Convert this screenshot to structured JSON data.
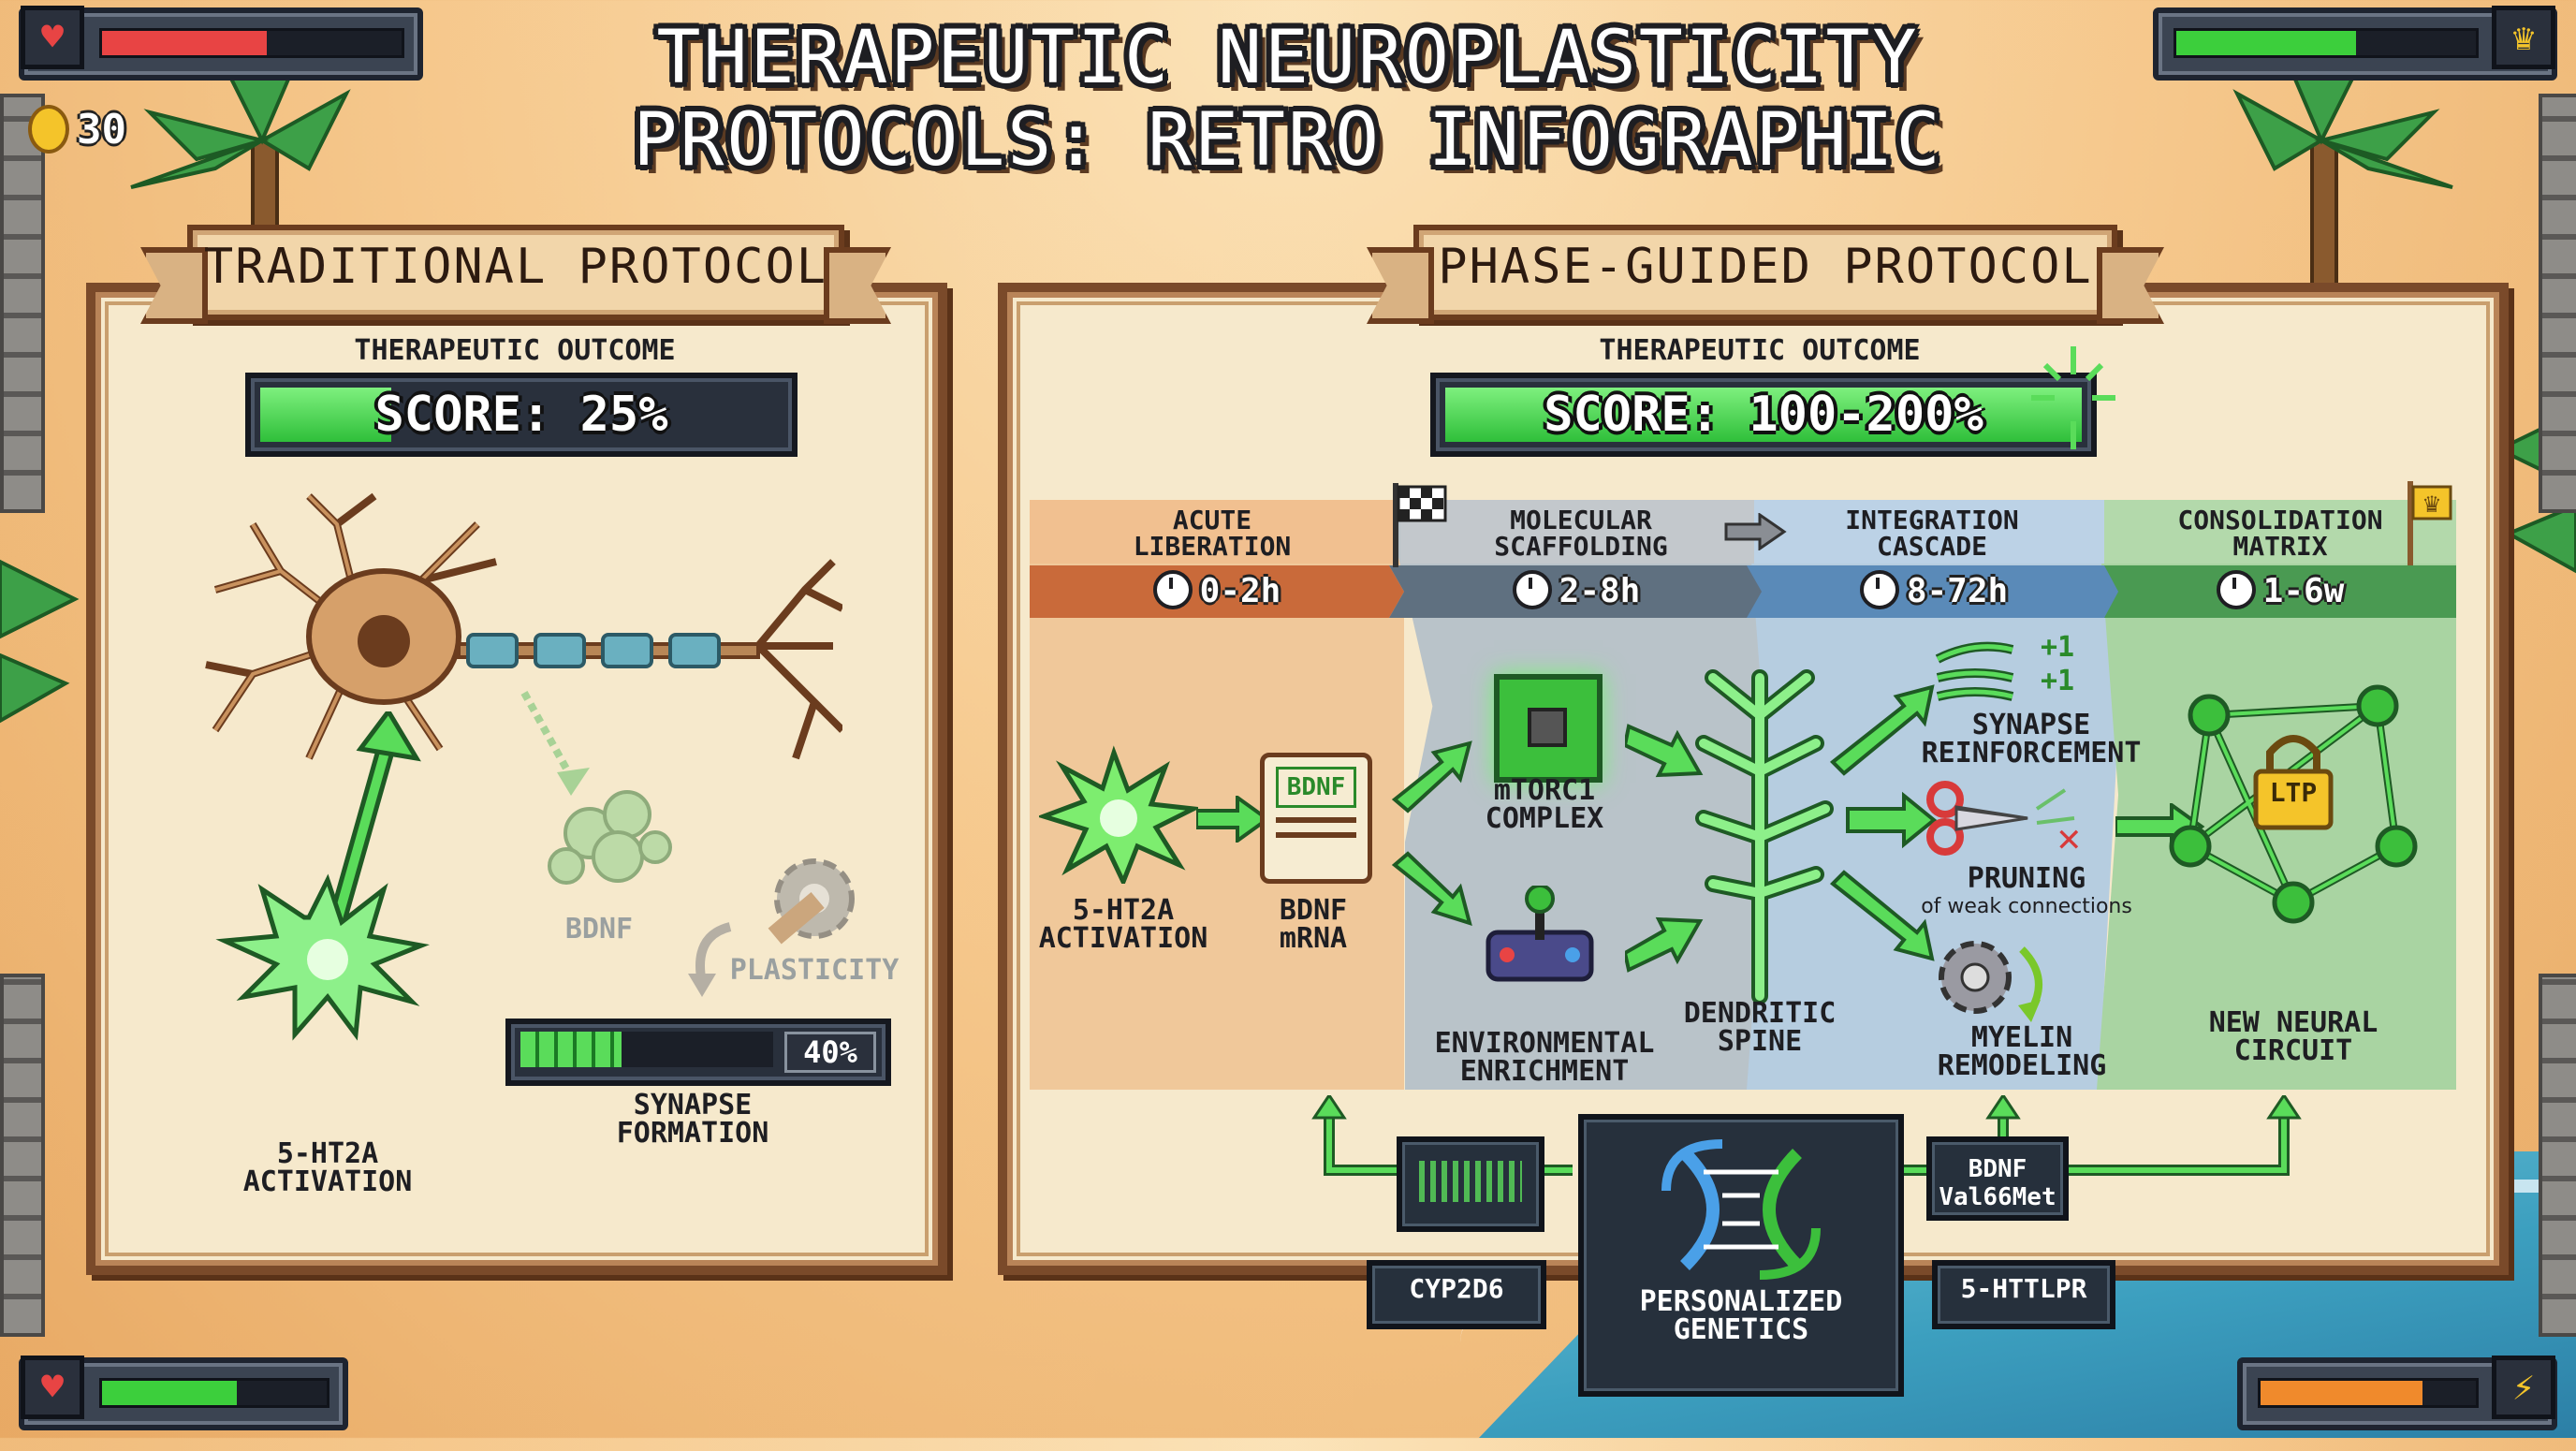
{
  "title": {
    "line1": "THERAPEUTIC NEUROPLASTICITY",
    "line2": "PROTOCOLS: RETRO INFOGRAPHIC"
  },
  "hud": {
    "coins": "30",
    "top_left_health_fill": 0.55,
    "top_right_progress_fill": 0.6,
    "bottom_left_health_fill": 0.6,
    "bottom_right_energy_fill": 0.75,
    "colors": {
      "health": "#e84444",
      "progress": "#3ccf3c",
      "energy": "#f08a2c"
    }
  },
  "traditional": {
    "banner": "TRADITIONAL PROTOCOL",
    "outcome_label": "THERAPEUTIC OUTCOME",
    "score_text": "SCORE: 25%",
    "score_fill": 0.25,
    "bdnf_label": "BDNF",
    "plasticity_label": "PLASTICITY",
    "activation_label_1": "5-HT2A",
    "activation_label_2": "ACTIVATION",
    "synapse_progress_text": "40%",
    "synapse_progress_fill": 0.4,
    "synapse_label_1": "SYNAPSE",
    "synapse_label_2": "FORMATION"
  },
  "phase_guided": {
    "banner": "PHASE-GUIDED PROTOCOL",
    "outcome_label": "THERAPEUTIC OUTCOME",
    "score_text": "SCORE: 100-200%",
    "score_fill": 1.0,
    "phases": [
      {
        "name_1": "ACUTE",
        "name_2": "LIBERATION",
        "time": "0-2h",
        "color": "#c96a3a"
      },
      {
        "name_1": "MOLECULAR",
        "name_2": "SCAFFOLDING",
        "time": "2-8h",
        "color": "#5f7080"
      },
      {
        "name_1": "INTEGRATION",
        "name_2": "CASCADE",
        "time": "8-72h",
        "color": "#5a8ab8"
      },
      {
        "name_1": "CONSOLIDATION",
        "name_2": "MATRIX",
        "time": "1-6w",
        "color": "#4a9a52"
      }
    ],
    "nodes": {
      "activation_1": "5-HT2A",
      "activation_2": "ACTIVATION",
      "mrna_tag": "BDNF",
      "mrna_1": "BDNF",
      "mrna_2": "mRNA",
      "mtorc_1": "mTORC1",
      "mtorc_2": "COMPLEX",
      "env_1": "ENVIRONMENTAL",
      "env_2": "ENRICHMENT",
      "spine_1": "DENDRITIC",
      "spine_2": "SPINE",
      "synapse_1": "SYNAPSE",
      "synapse_2": "REINFORCEMENT",
      "plus_a": "+1",
      "plus_b": "+1",
      "pruning_1": "PRUNING",
      "pruning_2": "of weak connections",
      "myelin_1": "MYELIN",
      "myelin_2": "REMODELING",
      "ltp": "LTP",
      "circuit_1": "NEW NEURAL",
      "circuit_2": "CIRCUIT"
    },
    "genetics": {
      "center_1": "PERSONALIZED",
      "center_2": "GENETICS",
      "cyp": "CYP2D6",
      "bdnf_1": "BDNF",
      "bdnf_2": "Val66Met",
      "httlpr": "5-HTTLPR"
    }
  }
}
